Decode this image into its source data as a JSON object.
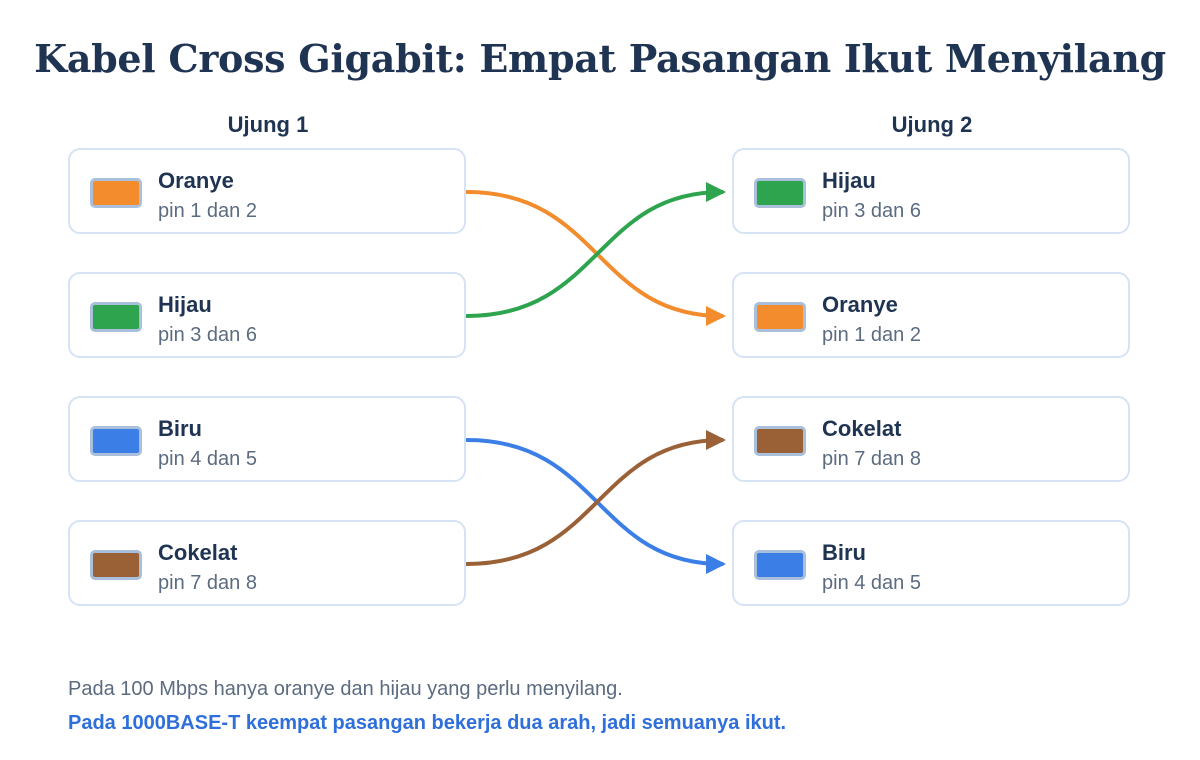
{
  "title": "Kabel Cross Gigabit: Empat Pasangan Ikut Menyilang",
  "left_heading": "Ujung 1",
  "right_heading": "Ujung 2",
  "left": [
    {
      "name": "Oranye",
      "pins": "pin 1 dan 2",
      "color": "#F28C2C"
    },
    {
      "name": "Hijau",
      "pins": "pin 3 dan 6",
      "color": "#2EA44F"
    },
    {
      "name": "Biru",
      "pins": "pin 4 dan 5",
      "color": "#3B7FE6"
    },
    {
      "name": "Cokelat",
      "pins": "pin 7 dan 8",
      "color": "#9A6136"
    }
  ],
  "right": [
    {
      "name": "Hijau",
      "pins": "pin 3 dan 6",
      "color": "#2EA44F"
    },
    {
      "name": "Oranye",
      "pins": "pin 1 dan 2",
      "color": "#F28C2C"
    },
    {
      "name": "Cokelat",
      "pins": "pin 7 dan 8",
      "color": "#9A6136"
    },
    {
      "name": "Biru",
      "pins": "pin 4 dan 5",
      "color": "#3B7FE6"
    }
  ],
  "connections": [
    {
      "from": 0,
      "to": 1,
      "color": "#F28C2C"
    },
    {
      "from": 1,
      "to": 0,
      "color": "#2EA44F"
    },
    {
      "from": 2,
      "to": 3,
      "color": "#3B7FE6"
    },
    {
      "from": 3,
      "to": 2,
      "color": "#9A6136"
    }
  ],
  "notes": {
    "line1": "Pada 100 Mbps hanya oranye dan hijau yang perlu menyilang.",
    "line2": "Pada 1000BASE-T keempat pasangan bekerja dua arah, jadi semuanya ikut."
  }
}
